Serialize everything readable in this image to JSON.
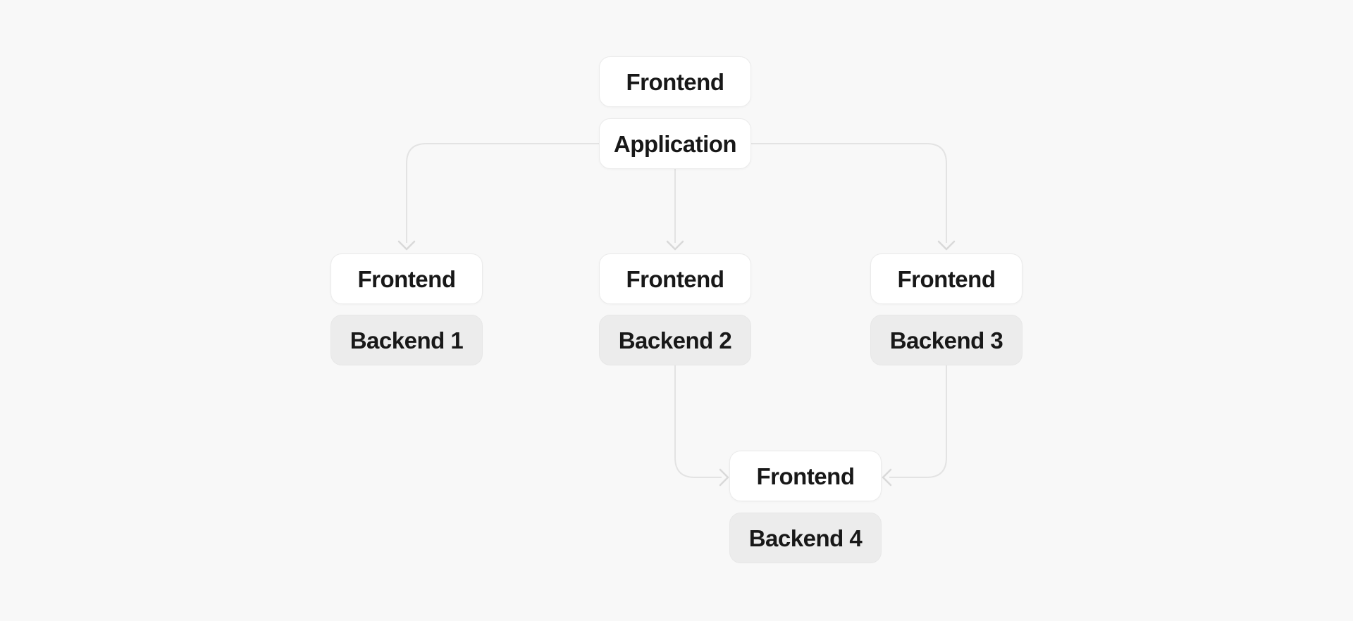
{
  "colors": {
    "background": "#f8f8f8",
    "node_background": "#ffffff",
    "node_border": "#ebebeb",
    "backend_background": "#ececec",
    "text": "#181818",
    "connector": "#e3e3e3",
    "arrowhead": "#d9d9d9"
  },
  "diagram": {
    "root": {
      "frontend_label": "Frontend",
      "application_label": "Application"
    },
    "services": [
      {
        "frontend_label": "Frontend",
        "backend_label": "Backend 1"
      },
      {
        "frontend_label": "Frontend",
        "backend_label": "Backend 2"
      },
      {
        "frontend_label": "Frontend",
        "backend_label": "Backend 3"
      },
      {
        "frontend_label": "Frontend",
        "backend_label": "Backend 4"
      }
    ]
  }
}
